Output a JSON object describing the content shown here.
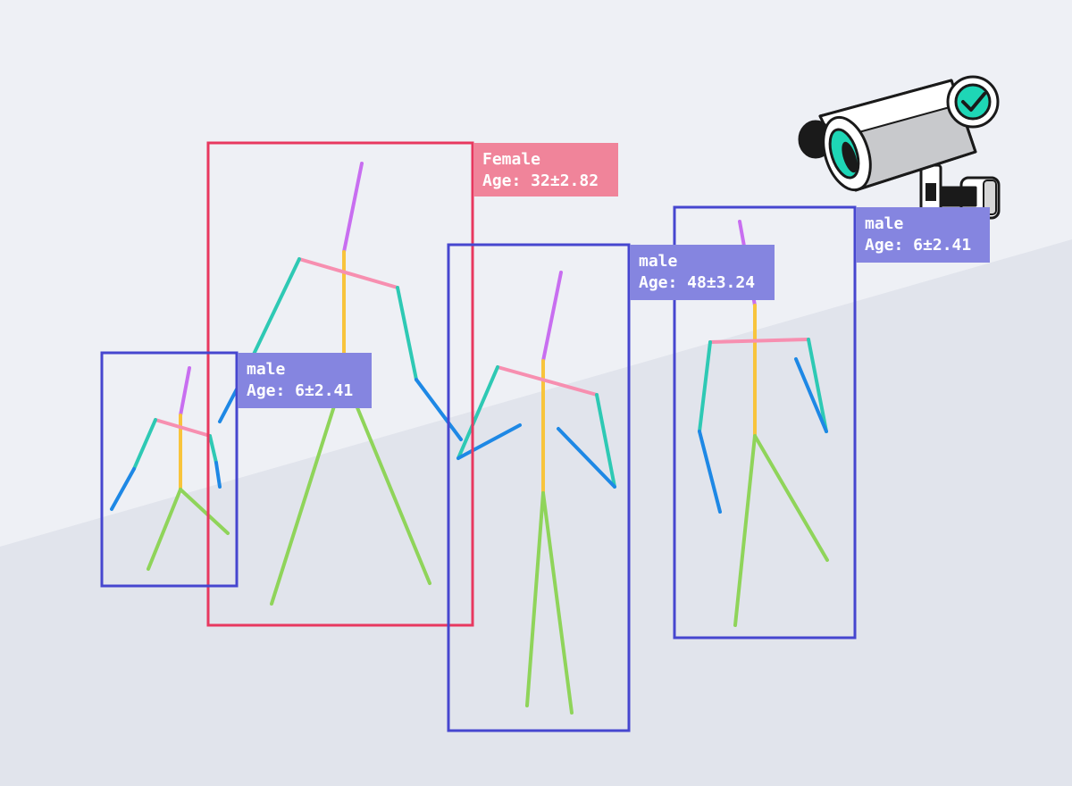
{
  "colors": {
    "background_light": "#eef0f5",
    "floor": "#e1e4ec",
    "female_box": "#e8385f",
    "female_label_bg": "#f0849a",
    "male_box": "#4646cf",
    "male_label_bg": "#8585e0",
    "head": "#c86ef0",
    "spine": "#f8c43c",
    "shoulders": "#f78fb0",
    "upper_arm": "#2ec9b4",
    "forearm": "#1e88e5",
    "legs": "#8fd45a",
    "camera_accent": "#1ed6b6"
  },
  "icons": {
    "camera": "security-camera-icon",
    "verified": "check-badge-icon"
  },
  "detections": [
    {
      "id": "person-1",
      "gender": "Female",
      "age": "Age: 32±2.82"
    },
    {
      "id": "person-2",
      "gender": "male",
      "age": "Age: 48±3.24"
    },
    {
      "id": "person-3",
      "gender": "male",
      "age": "Age: 6±2.41"
    },
    {
      "id": "person-4",
      "gender": "male",
      "age": "Age: 6±2.41"
    }
  ]
}
